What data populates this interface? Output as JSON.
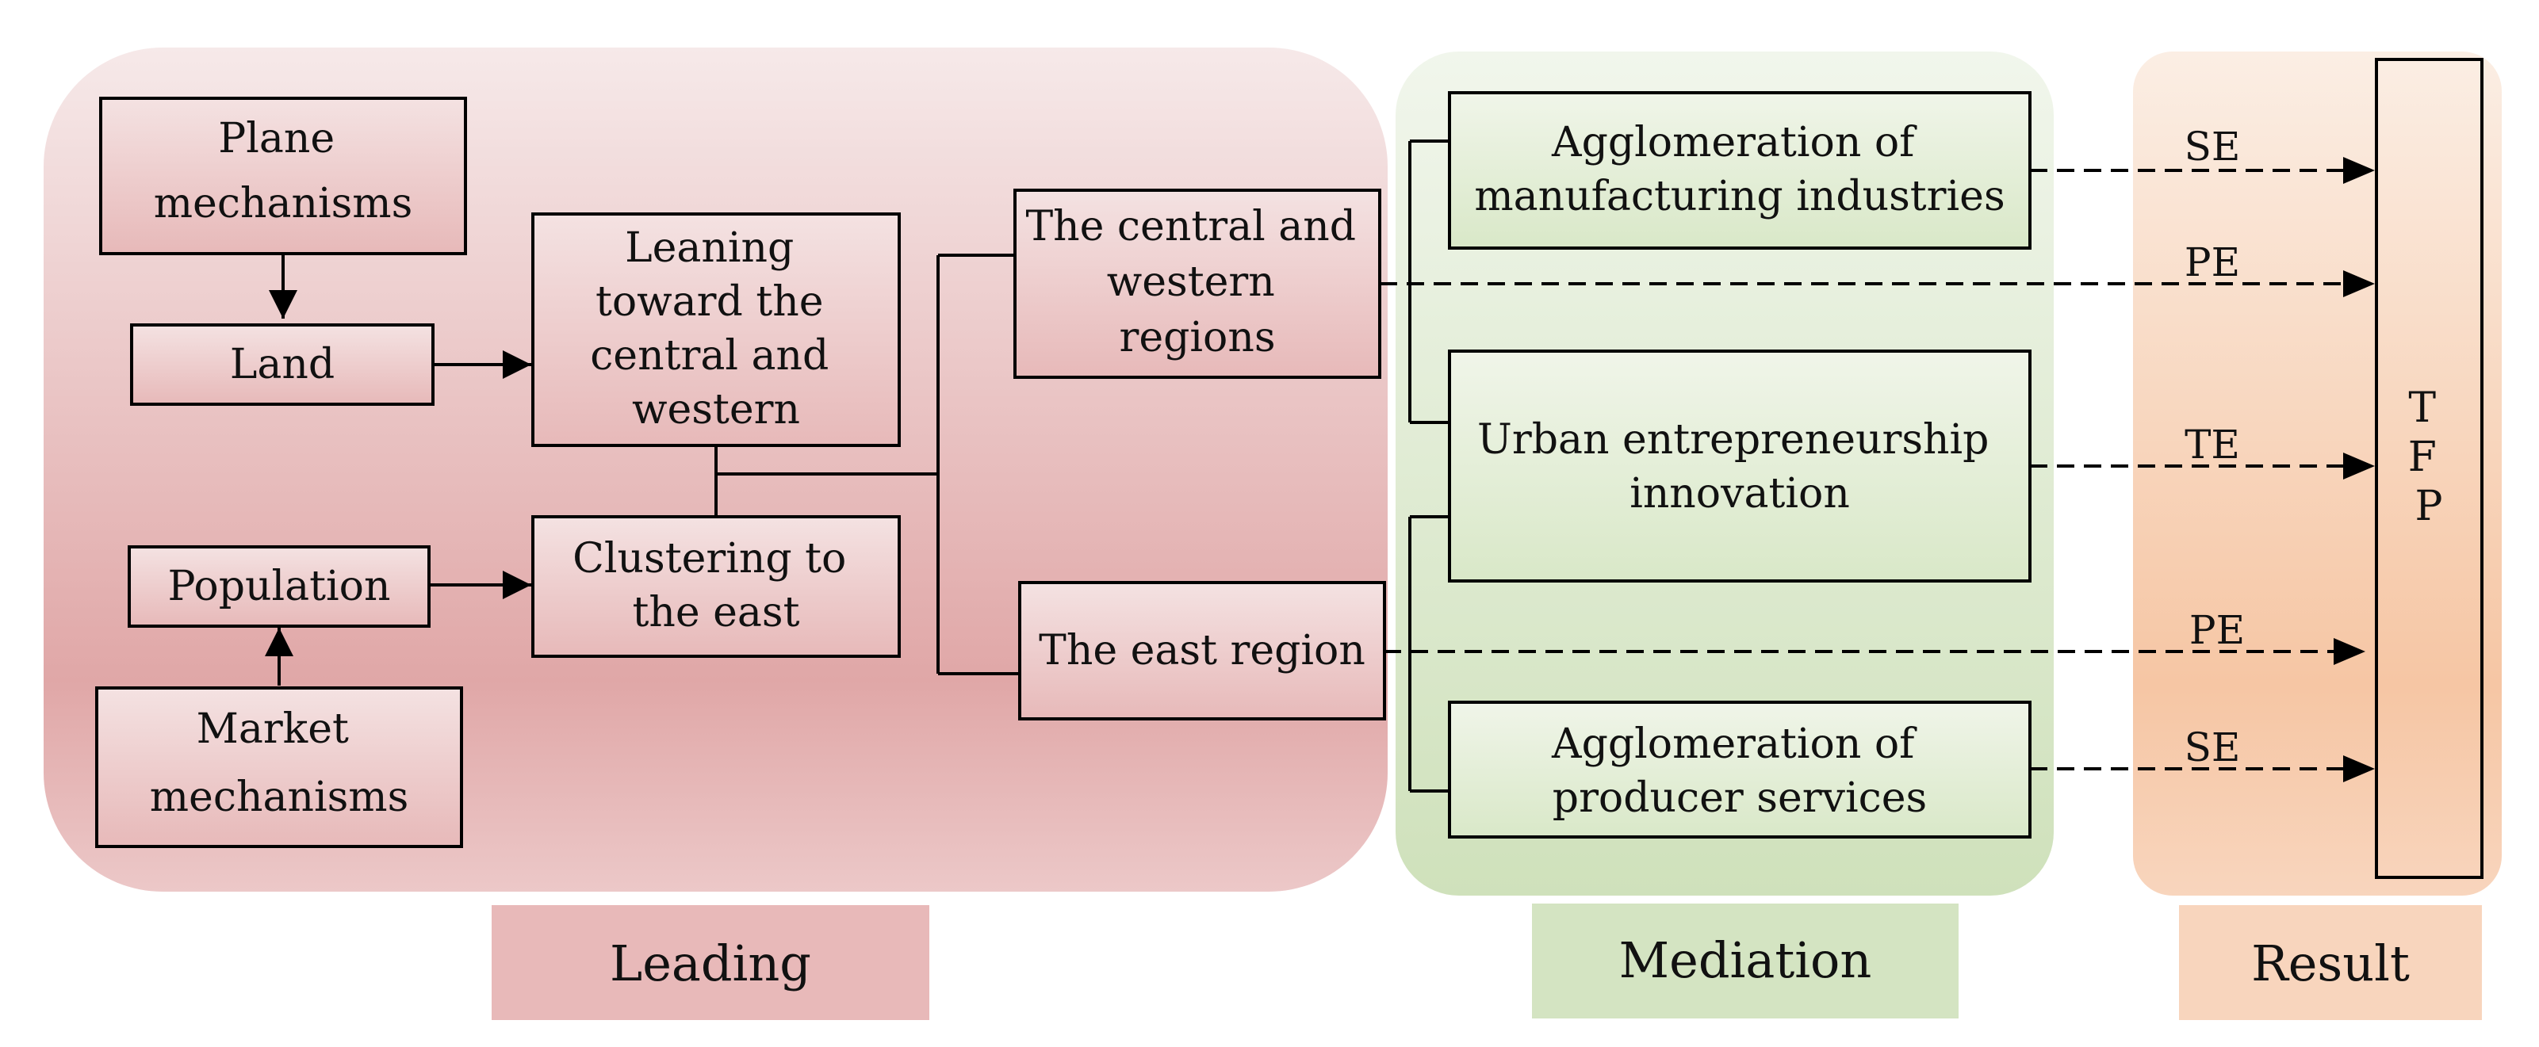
{
  "panels": [
    {
      "id": "leading",
      "label": "Leading"
    },
    {
      "id": "mediation",
      "label": "Mediation"
    },
    {
      "id": "result",
      "label": "Result"
    }
  ],
  "nodes": {
    "plane": [
      "Plane",
      "mechanisms"
    ],
    "land": [
      "Land"
    ],
    "leaning": [
      "Leaning",
      "toward the",
      "central and",
      "western"
    ],
    "population": [
      "Population"
    ],
    "market": [
      "Market",
      "mechanisms"
    ],
    "clustering": [
      "Clustering to",
      "the east"
    ],
    "central_western": [
      "The central and",
      "western",
      "regions"
    ],
    "east_region": [
      "The east region"
    ],
    "manufacturing": [
      "Agglomeration of",
      "manufacturing industries"
    ],
    "entrepreneurship": [
      "Urban entrepreneurship",
      "innovation"
    ],
    "producer": [
      "Agglomeration of",
      "producer services"
    ],
    "tfp": [
      "T",
      "F",
      "P"
    ]
  },
  "edges": [
    {
      "label": "SE"
    },
    {
      "label": "PE"
    },
    {
      "label": "TE"
    },
    {
      "label": "PE"
    },
    {
      "label": "SE"
    }
  ],
  "colors": {
    "leading_top": "#f6e9e9",
    "leading_bottom": "#e0a7a7",
    "mediation_top": "#f1f6ec",
    "mediation_bottom": "#cfe1bb",
    "result_top": "#fbeee4",
    "result_bottom": "#f6c6a4",
    "leading_label_bg": "#e8b9b9",
    "mediation_label_bg": "#d4e4c2",
    "result_label_bg": "#f8d5bd"
  }
}
